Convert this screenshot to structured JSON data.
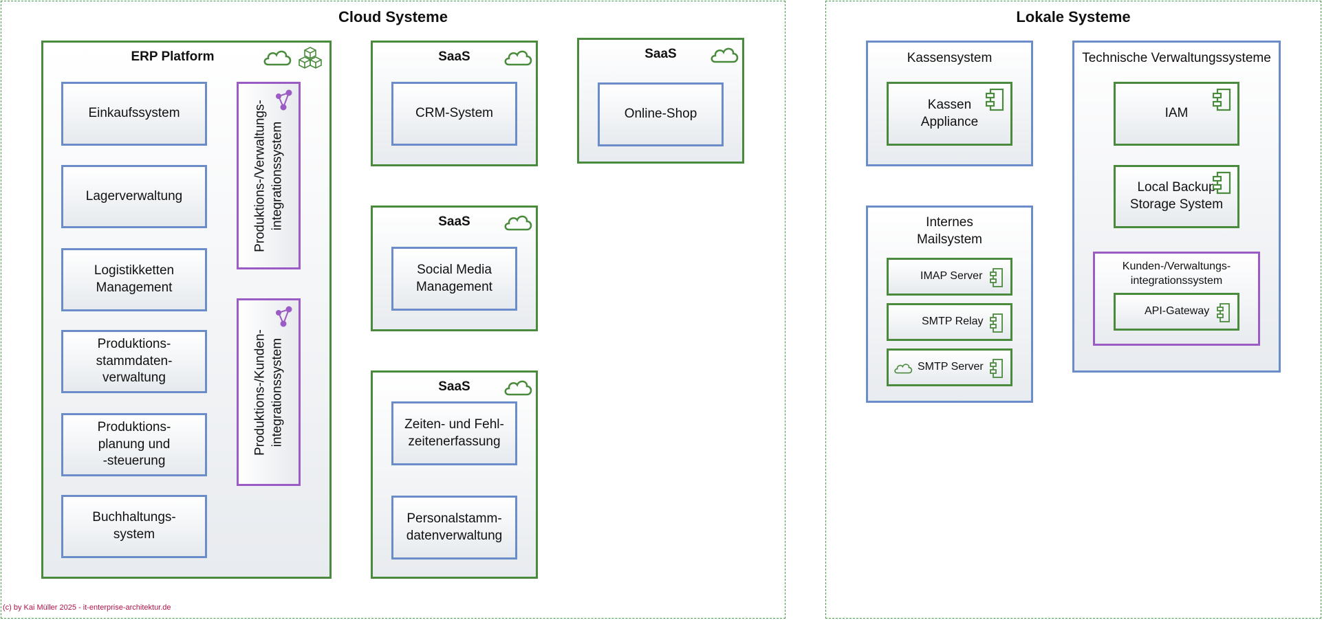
{
  "zones": {
    "cloud_title": "Cloud Systeme",
    "local_title": "Lokale Systeme"
  },
  "erp": {
    "title": "ERP Platform",
    "items": [
      "Einkaufssystem",
      "Lagerverwaltung",
      "Logistikketten\nManagement",
      "Produktions-\nstammdaten-\nverwaltung",
      "Produktions-\nplanung und\n-steuerung",
      "Buchhaltungs-\nsystem"
    ],
    "integration_1": "Produktions-/Verwaltungs-\nintegrationssystem",
    "integration_2": "Produktions-/Kunden-\nintegrationssystem"
  },
  "saas_crm": {
    "title": "SaaS",
    "item": "CRM-System"
  },
  "saas_social": {
    "title": "SaaS",
    "item": "Social Media\nManagement"
  },
  "saas_hr": {
    "title": "SaaS",
    "items": [
      "Zeiten- und Fehl-\nzeitenerfassung",
      "Personalstamm-\ndatenverwaltung"
    ]
  },
  "saas_shop": {
    "title": "SaaS",
    "item": "Online-Shop"
  },
  "kassen": {
    "title": "Kassensystem",
    "item": "Kassen\nAppliance"
  },
  "mail": {
    "title": "Internes\nMailsystem",
    "items": [
      "IMAP Server",
      "SMTP Relay",
      "SMTP Server"
    ]
  },
  "tech": {
    "title": "Technische Verwaltungssysteme",
    "items": [
      "IAM",
      "Local Backup\nStorage System"
    ],
    "integration_title": "Kunden-/Verwaltungs-\nintegrationssystem",
    "gateway": "API-Gateway"
  },
  "copyright": "(c) by Kai Müller 2025 - it-enterprise-architektur.de",
  "colors": {
    "green": "#4a8a3c",
    "blue": "#6a8cc8",
    "purple": "#9b5bc4",
    "zone_border": "#4a9a4a",
    "copyright": "#b0124a"
  },
  "icons": [
    "cloud-icon",
    "cubes-icon",
    "component-icon",
    "network-icon"
  ]
}
